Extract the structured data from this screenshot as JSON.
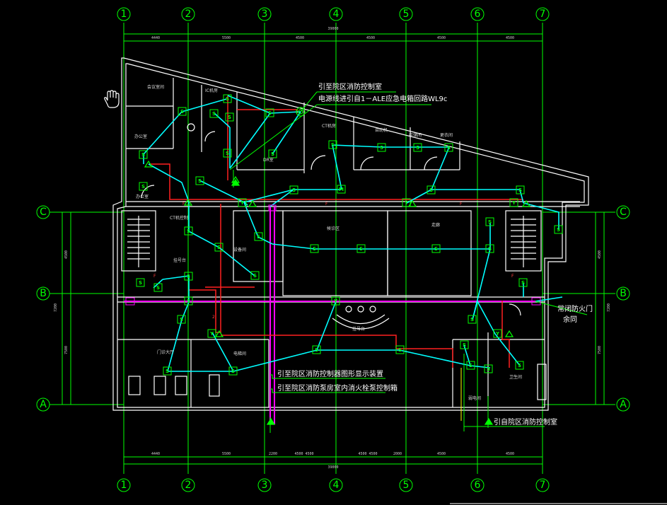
{
  "grid": {
    "columns": [
      "1",
      "2",
      "3",
      "4",
      "5",
      "6",
      "7"
    ],
    "rows": [
      "C",
      "B",
      "A"
    ]
  },
  "dimensions": {
    "top_total": "39000",
    "top": [
      "4440",
      "5500",
      "4500",
      "4500",
      "4500",
      "4500"
    ],
    "bottom": [
      "4440",
      "5500",
      "2200",
      "4500 4500",
      "4500 4500",
      "2000",
      "4500",
      "4500"
    ],
    "bottom_total": "39000",
    "left": [
      "4500",
      "7200",
      "7500"
    ],
    "right": [
      "4500",
      "7200",
      "7500"
    ]
  },
  "annotations": {
    "to_control_room": "引至院区消防控制室",
    "power_source": "电源线进引自1－ALE应急电箱回路WL9c",
    "fire_door_label": "常闭防火门",
    "fire_door_sub": "余同",
    "display_panel": "引至院区消防控制器图形显示装置",
    "pump_control": "引至院区消防泵房室内消火栓泵控制箱",
    "bottom_control_room": "引自院区消防控制室"
  },
  "rooms": [
    {
      "name": "会议室间"
    },
    {
      "name": "IC机房"
    },
    {
      "name": "办公室"
    },
    {
      "name": "DR室"
    },
    {
      "name": "CT机房"
    },
    {
      "name": "自助机"
    },
    {
      "name": "存储间"
    },
    {
      "name": "更衣间"
    },
    {
      "name": "办公室"
    },
    {
      "name": "CT机控制"
    },
    {
      "name": "候诊区"
    },
    {
      "name": "走廊"
    },
    {
      "name": "设备间"
    },
    {
      "name": "挂号台"
    },
    {
      "name": "门诊大厅"
    },
    {
      "name": "电梯间"
    },
    {
      "name": "弱电间"
    },
    {
      "name": "卫生间"
    }
  ],
  "symbols": {
    "smoke_detector": "S",
    "call_point": "Y",
    "module": "M",
    "door_letter": "F",
    "floor_dim": "2"
  },
  "colors": {
    "grid": "#00ff00",
    "wiring": "#00ffff",
    "power": "#ff2020",
    "fire_door_bus": "#ff00ff",
    "walls": "#ffffff"
  }
}
